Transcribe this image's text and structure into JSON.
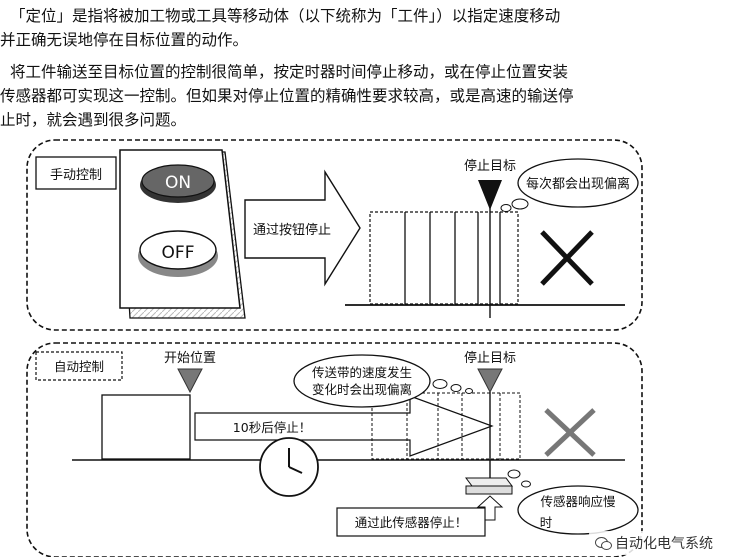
{
  "intro": {
    "line1": "「定位」是指将被加工物或工具等移动体（以下统称为「工件」）以指定速度移动",
    "line2": "并正确无误地停在目标位置的动作。",
    "line3": "将工件输送至目标位置的控制很简单，按定时器时间停止移动，或在停止位置安装",
    "line4": "传感器都可实现这一控制。但如果对停止位置的精确性要求较高，或是高速的输送停",
    "line5": "止时，就会遇到很多问题。"
  },
  "manual": {
    "label": "手动控制",
    "on_button": "ON",
    "off_button": "OFF",
    "arrow_text": "通过按钮停止",
    "target_label": "停止目标",
    "cloud_text": "每次都会出现偏离"
  },
  "auto": {
    "label": "自动控制",
    "start_label": "开始位置",
    "cloud_text_1": "传送带的速度发生",
    "cloud_text_2": "变化时会出现偏离",
    "target_label": "停止目标",
    "arrow_text": "10秒后停止！",
    "sensor_text": "通过此传感器停止！",
    "response_text_1": "传感器响应慢",
    "response_text_2": "时"
  },
  "watermark": "自动化电气系统",
  "colors": {
    "on_button": "#555555",
    "border": "#111111"
  }
}
